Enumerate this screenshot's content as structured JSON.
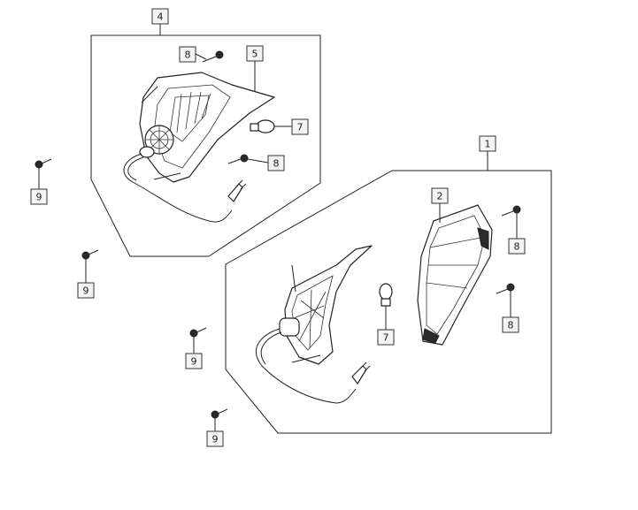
{
  "callouts": {
    "c4": "4",
    "c5": "5",
    "c8a": "8",
    "c7a": "7",
    "c8b": "8",
    "c9a": "9",
    "c9b": "9",
    "c1": "1",
    "c2": "2",
    "c8c": "8",
    "c8d": "8",
    "c7b": "7",
    "c9c": "9",
    "c9d": "9"
  },
  "colors": {
    "line": "#222222",
    "label_bg": "#f4f4f4"
  }
}
